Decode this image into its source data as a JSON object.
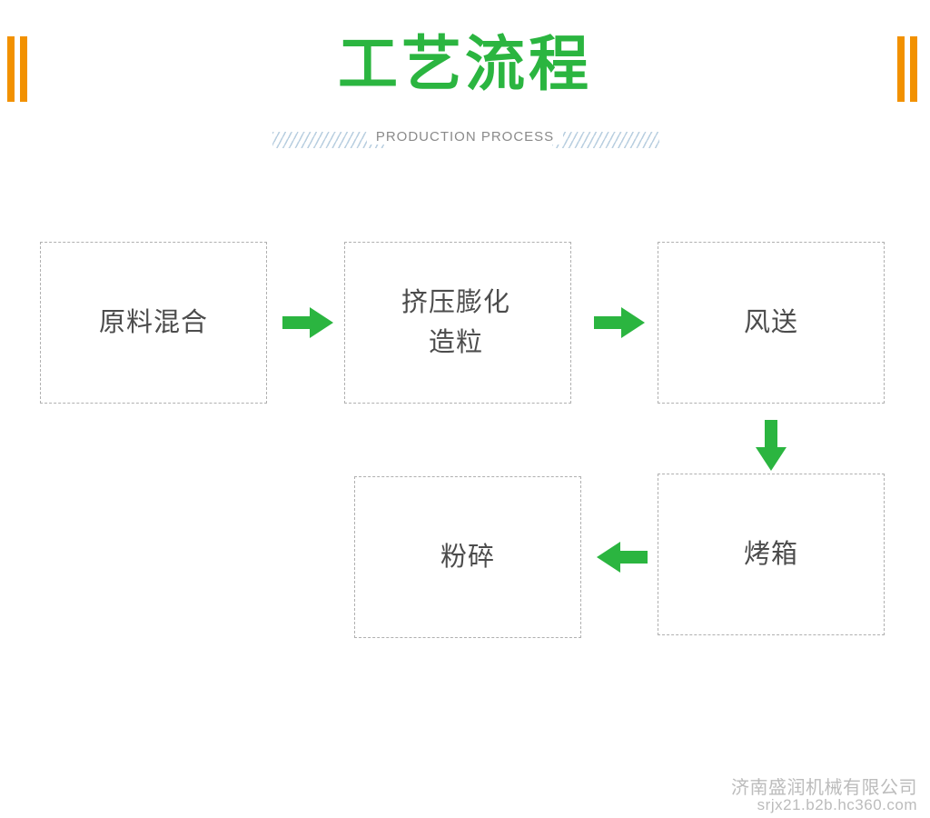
{
  "header": {
    "title_cn": "工艺流程",
    "title_en": "PRODUCTION PROCESS"
  },
  "chart_data": {
    "type": "diagram",
    "title": "工艺流程",
    "subtitle": "PRODUCTION PROCESS",
    "nodes": [
      {
        "id": "raw",
        "label": "原料混合"
      },
      {
        "id": "extrude",
        "label": "挤压膨化\n造粒"
      },
      {
        "id": "airconv",
        "label": "风送"
      },
      {
        "id": "oven",
        "label": "烤箱"
      },
      {
        "id": "crush",
        "label": "粉碎"
      }
    ],
    "edges": [
      {
        "from": "raw",
        "to": "extrude",
        "direction": "right"
      },
      {
        "from": "extrude",
        "to": "airconv",
        "direction": "right"
      },
      {
        "from": "airconv",
        "to": "oven",
        "direction": "down"
      },
      {
        "from": "oven",
        "to": "crush",
        "direction": "left"
      }
    ],
    "accent_color": "#2bb540",
    "node_border_color": "#b0b0b0",
    "node_text_color": "#4c4c4c",
    "accent_secondary_color": "#f29100"
  },
  "watermark": {
    "company": "济南盛润机械有限公司",
    "url": "srjx21.b2b.hc360.com"
  }
}
